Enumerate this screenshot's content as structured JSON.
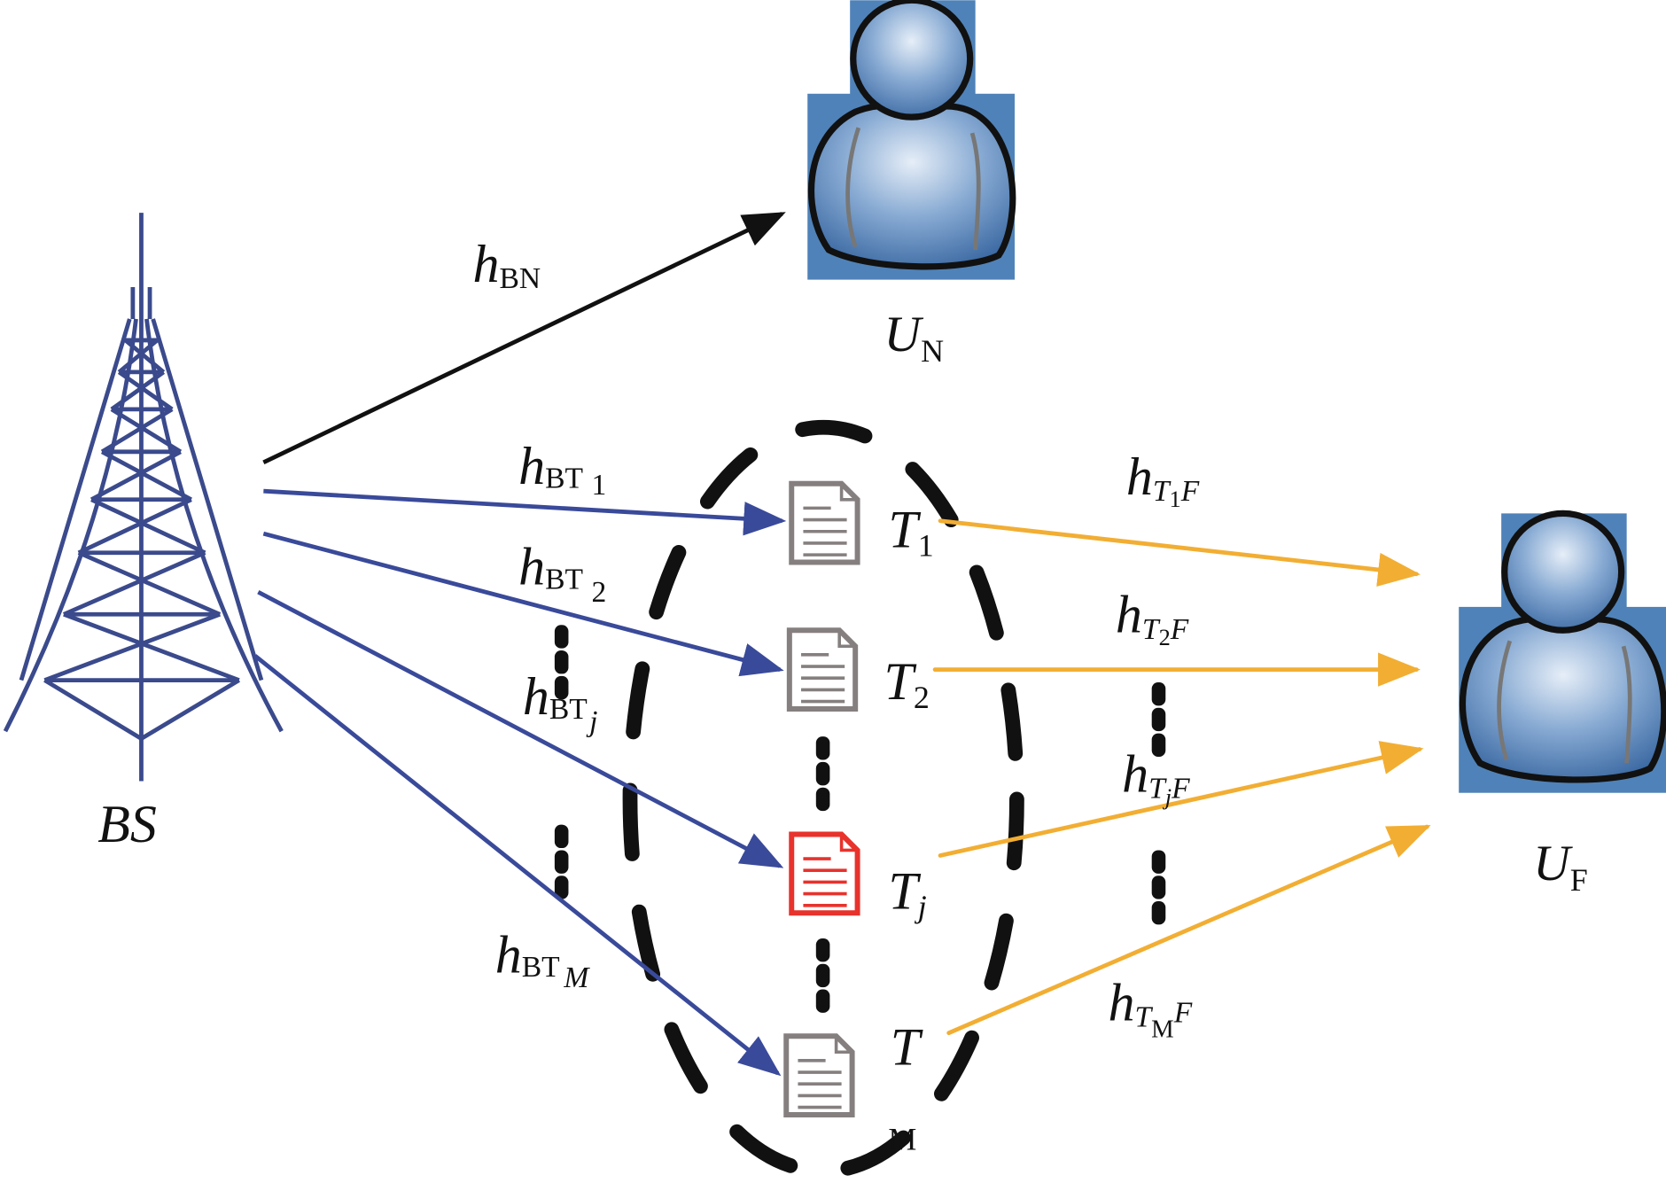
{
  "colors": {
    "tower": "#3a4a8c",
    "direct_link": "#111111",
    "bs_to_tag_link": "#3a4a9a",
    "tag_to_far_link": "#f2ae33",
    "user_fill": "#4f82b8",
    "active_tag": "#e8322c",
    "idle_tag": "#857f7f"
  },
  "nodes": {
    "bs": {
      "label": "BS",
      "icon": "cell-tower-icon"
    },
    "near_user": {
      "label_main": "U",
      "label_sub": "N",
      "icon": "user-icon"
    },
    "far_user": {
      "label_main": "U",
      "label_sub": "F",
      "icon": "user-icon"
    },
    "tags": [
      {
        "main": "T",
        "sub": "1",
        "icon": "document-icon",
        "active": false
      },
      {
        "main": "T",
        "sub": "2",
        "icon": "document-icon",
        "active": false
      },
      {
        "main": "T",
        "sub": "j",
        "icon": "document-icon",
        "active": true
      },
      {
        "main": "T",
        "sub": "M",
        "icon": "document-icon",
        "active": false
      }
    ]
  },
  "links": {
    "h_bn": {
      "main": "h",
      "sub": "BN"
    },
    "bs_to_tags": [
      {
        "main": "h",
        "sub": "BT",
        "sub2": "1"
      },
      {
        "main": "h",
        "sub": "BT",
        "sub2": "2"
      },
      {
        "main": "h",
        "sub": "BT",
        "sub2": "j"
      },
      {
        "main": "h",
        "sub": "BT",
        "sub2": "M"
      }
    ],
    "tags_to_far": [
      {
        "main": "h",
        "sub": "T",
        "sub2": "1",
        "sub3": "F"
      },
      {
        "main": "h",
        "sub": "T",
        "sub2": "2",
        "sub3": "F"
      },
      {
        "main": "h",
        "sub": "T",
        "sub2": "j",
        "sub3": "F"
      },
      {
        "main": "h",
        "sub": "T",
        "sub2": "M",
        "sub3": "F"
      }
    ]
  }
}
